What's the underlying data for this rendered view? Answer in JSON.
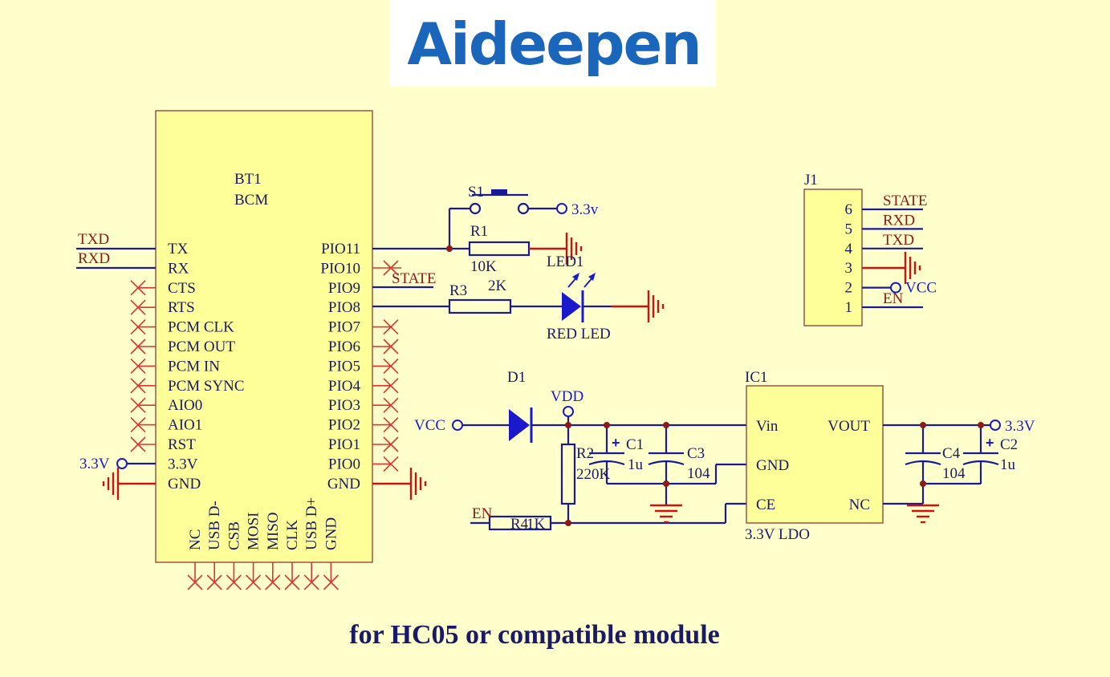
{
  "logo": {
    "text": "Aideepen"
  },
  "footer": {
    "caption": "for HC05 or compatible module"
  },
  "bt1": {
    "ref": "BT1",
    "value": "BCM",
    "left_pins": [
      "TX",
      "RX",
      "CTS",
      "RTS",
      "PCM CLK",
      "PCM OUT",
      "PCM IN",
      "PCM SYNC",
      "AIO0",
      "AIO1",
      "RST",
      "3.3V",
      "GND"
    ],
    "right_pins": [
      "PIO11",
      "PIO10",
      "PIO9",
      "PIO8",
      "PIO7",
      "PIO6",
      "PIO5",
      "PIO4",
      "PIO3",
      "PIO2",
      "PIO1",
      "PIO0",
      "GND"
    ],
    "bottom_pins": [
      "NC",
      "USB D-",
      "CSB",
      "MOSI",
      "MISO",
      "CLK",
      "USB D+",
      "GND"
    ]
  },
  "nets": {
    "txd": "TXD",
    "rxd": "RXD",
    "state": "STATE",
    "en": "EN",
    "v33_lower": "3.3v",
    "v33": "3.3V",
    "vcc": "VCC",
    "vdd": "VDD"
  },
  "s1": {
    "ref": "S1"
  },
  "r1": {
    "ref": "R1",
    "value": "10K"
  },
  "r3": {
    "ref": "R3",
    "value": "2K"
  },
  "led1": {
    "ref": "LED1",
    "value": "RED LED"
  },
  "j1": {
    "ref": "J1",
    "pins": [
      "6",
      "5",
      "4",
      "3",
      "2",
      "1"
    ],
    "nets": [
      "STATE",
      "RXD",
      "TXD",
      "",
      "VCC",
      "EN"
    ]
  },
  "d1": {
    "ref": "D1"
  },
  "r2": {
    "ref": "R2",
    "value": "220K"
  },
  "r4": {
    "ref": "R4",
    "value": "1K"
  },
  "c1": {
    "ref": "C1",
    "value": "1u"
  },
  "c3": {
    "ref": "C3",
    "value": "104"
  },
  "c4": {
    "ref": "C4",
    "value": "104"
  },
  "c2": {
    "ref": "C2",
    "value": "1u"
  },
  "ic1": {
    "ref": "IC1",
    "value": "3.3V LDO",
    "pins": {
      "vin": "Vin",
      "gnd": "GND",
      "ce": "CE",
      "vout": "VOUT",
      "nc": "NC"
    }
  },
  "colors": {
    "background": "#ffffcc",
    "wire": "#1a1a99",
    "ground": "#cc1111",
    "net_label": "#8b1a1a",
    "component_fill": "#ffff99"
  }
}
